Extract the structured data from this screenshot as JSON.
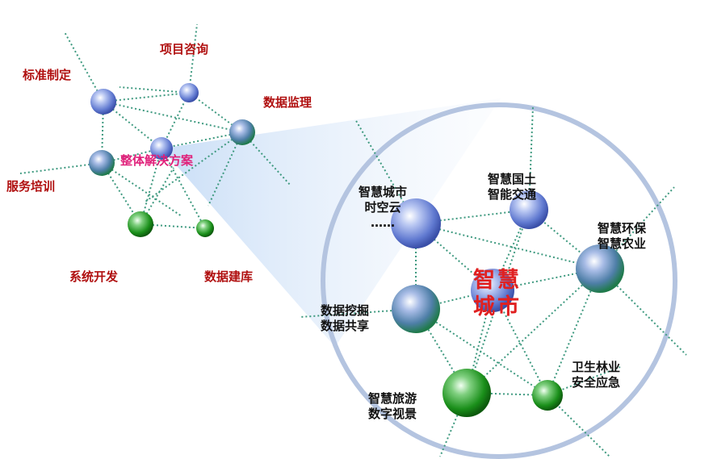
{
  "left_cluster": {
    "standard_setting": "标准制定",
    "project_consulting": "项目咨询",
    "data_supervision": "数据监理",
    "overall_solution": "整体解决方案",
    "service_training": "服务培训",
    "system_development": "系统开发",
    "database_building": "数据建库"
  },
  "right_cluster": {
    "center": "智慧城市",
    "spacetime_cloud": [
      "智慧城市",
      "时空云",
      "……"
    ],
    "land_transport": [
      "智慧国土",
      "智能交通"
    ],
    "env_agri": [
      "智慧环保",
      "智慧农业"
    ],
    "data_mining": [
      "数据挖掘",
      "数据共享"
    ],
    "health_forestry": [
      "卫生林业",
      "安全应急"
    ],
    "tourism_vision": [
      "智慧旅游",
      "数字视景"
    ]
  },
  "colors": {
    "label_red": "#b01010",
    "label_pink": "#e0207a",
    "center_red": "#e02020",
    "ring": "#b4c4e0",
    "edge": "#3f9a80",
    "node_blue": "#6f87d8",
    "node_teal": "#2f8a6a",
    "node_green": "#1a8a1a"
  }
}
